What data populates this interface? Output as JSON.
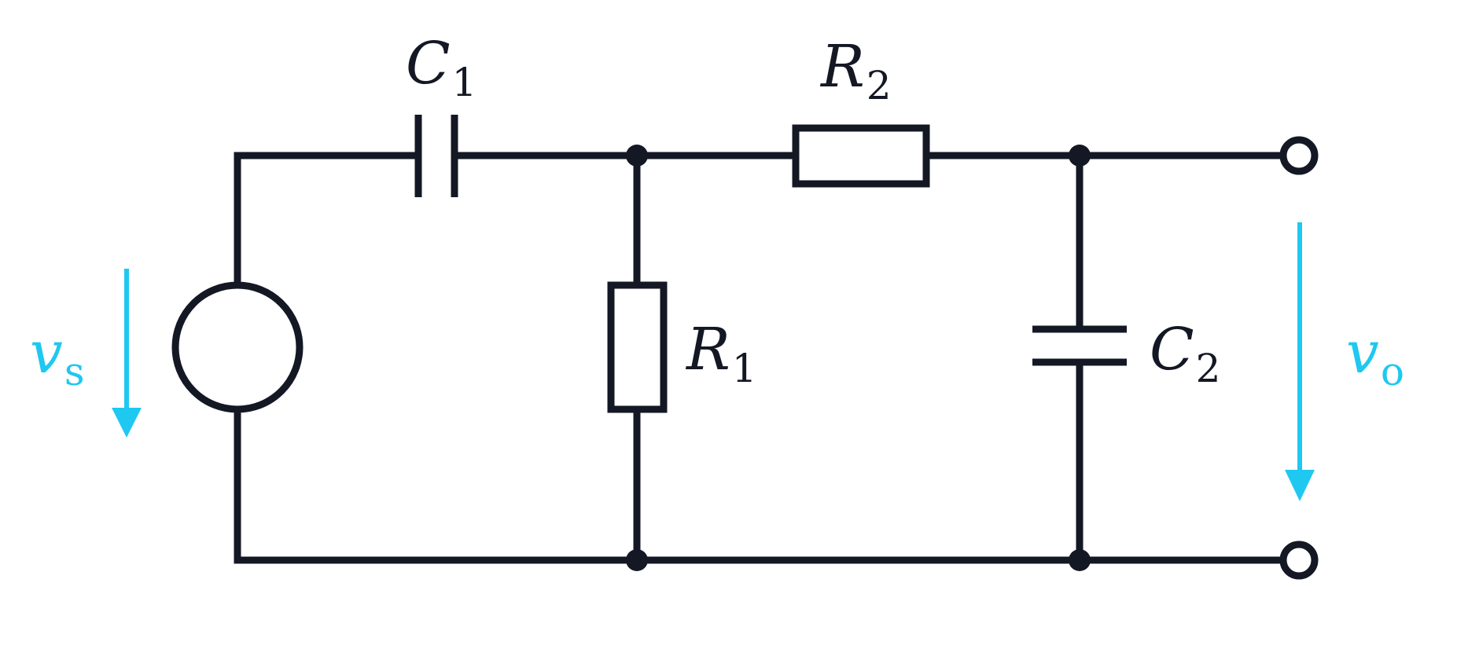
{
  "colors": {
    "wire": "#141824",
    "voltage_arrow": "#1ec8f0",
    "background": "#ffffff"
  },
  "labels": {
    "c1": {
      "symbol": "C",
      "subscript": "1"
    },
    "r2": {
      "symbol": "R",
      "subscript": "2"
    },
    "r1": {
      "symbol": "R",
      "subscript": "1"
    },
    "c2": {
      "symbol": "C",
      "subscript": "2"
    },
    "vs": {
      "symbol": "v",
      "subscript": "s"
    },
    "vo": {
      "symbol": "v",
      "subscript": "o"
    }
  }
}
